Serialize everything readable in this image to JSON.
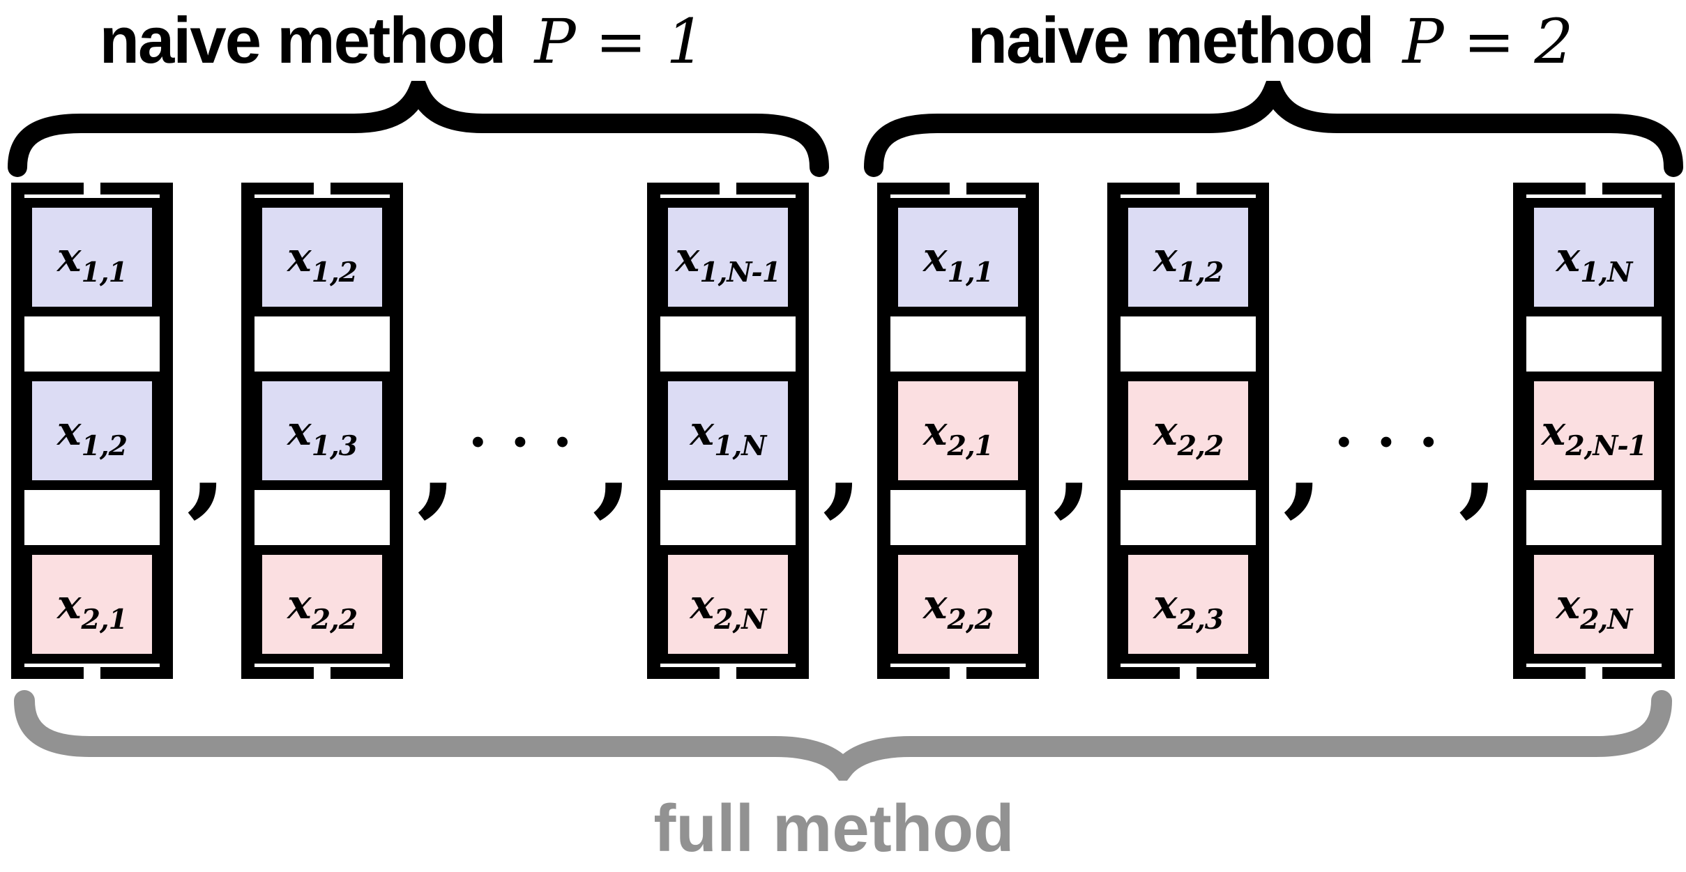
{
  "header": {
    "left": {
      "method": "naive method",
      "param": "P = 1"
    },
    "right": {
      "method": "naive method",
      "param": "P = 2"
    }
  },
  "footer": {
    "label": "full method"
  },
  "glyphs": {
    "comma": ",",
    "dots": "• • •"
  },
  "colors": {
    "blue": "#dcdcf4",
    "pink": "#fbdfe1",
    "black": "#000000",
    "gray": "#929292"
  },
  "sequence": [
    {
      "type": "vector",
      "group": "P = 1",
      "cells": [
        {
          "base": "x",
          "sub": "1,1",
          "color": "blue"
        },
        {
          "base": "x",
          "sub": "1,2",
          "color": "blue"
        },
        {
          "base": "x",
          "sub": "2,1",
          "color": "pink"
        }
      ]
    },
    {
      "type": "comma"
    },
    {
      "type": "vector",
      "group": "P = 1",
      "cells": [
        {
          "base": "x",
          "sub": "1,2",
          "color": "blue"
        },
        {
          "base": "x",
          "sub": "1,3",
          "color": "blue"
        },
        {
          "base": "x",
          "sub": "2,2",
          "color": "pink"
        }
      ]
    },
    {
      "type": "comma"
    },
    {
      "type": "dots"
    },
    {
      "type": "comma"
    },
    {
      "type": "vector",
      "group": "P = 1",
      "cells": [
        {
          "base": "x",
          "sub": "1,N-1",
          "color": "blue"
        },
        {
          "base": "x",
          "sub": "1,N",
          "color": "blue"
        },
        {
          "base": "x",
          "sub": "2,N",
          "color": "pink"
        }
      ]
    },
    {
      "type": "comma"
    },
    {
      "type": "vector",
      "group": "P = 2",
      "cells": [
        {
          "base": "x",
          "sub": "1,1",
          "color": "blue"
        },
        {
          "base": "x",
          "sub": "2,1",
          "color": "pink"
        },
        {
          "base": "x",
          "sub": "2,2",
          "color": "pink"
        }
      ]
    },
    {
      "type": "comma"
    },
    {
      "type": "vector",
      "group": "P = 2",
      "cells": [
        {
          "base": "x",
          "sub": "1,2",
          "color": "blue"
        },
        {
          "base": "x",
          "sub": "2,2",
          "color": "pink"
        },
        {
          "base": "x",
          "sub": "2,3",
          "color": "pink"
        }
      ]
    },
    {
      "type": "comma"
    },
    {
      "type": "dots"
    },
    {
      "type": "comma"
    },
    {
      "type": "vector",
      "group": "P = 2",
      "cells": [
        {
          "base": "x",
          "sub": "1,N",
          "color": "blue"
        },
        {
          "base": "x",
          "sub": "2,N-1",
          "color": "pink"
        },
        {
          "base": "x",
          "sub": "2,N",
          "color": "pink"
        }
      ]
    }
  ]
}
